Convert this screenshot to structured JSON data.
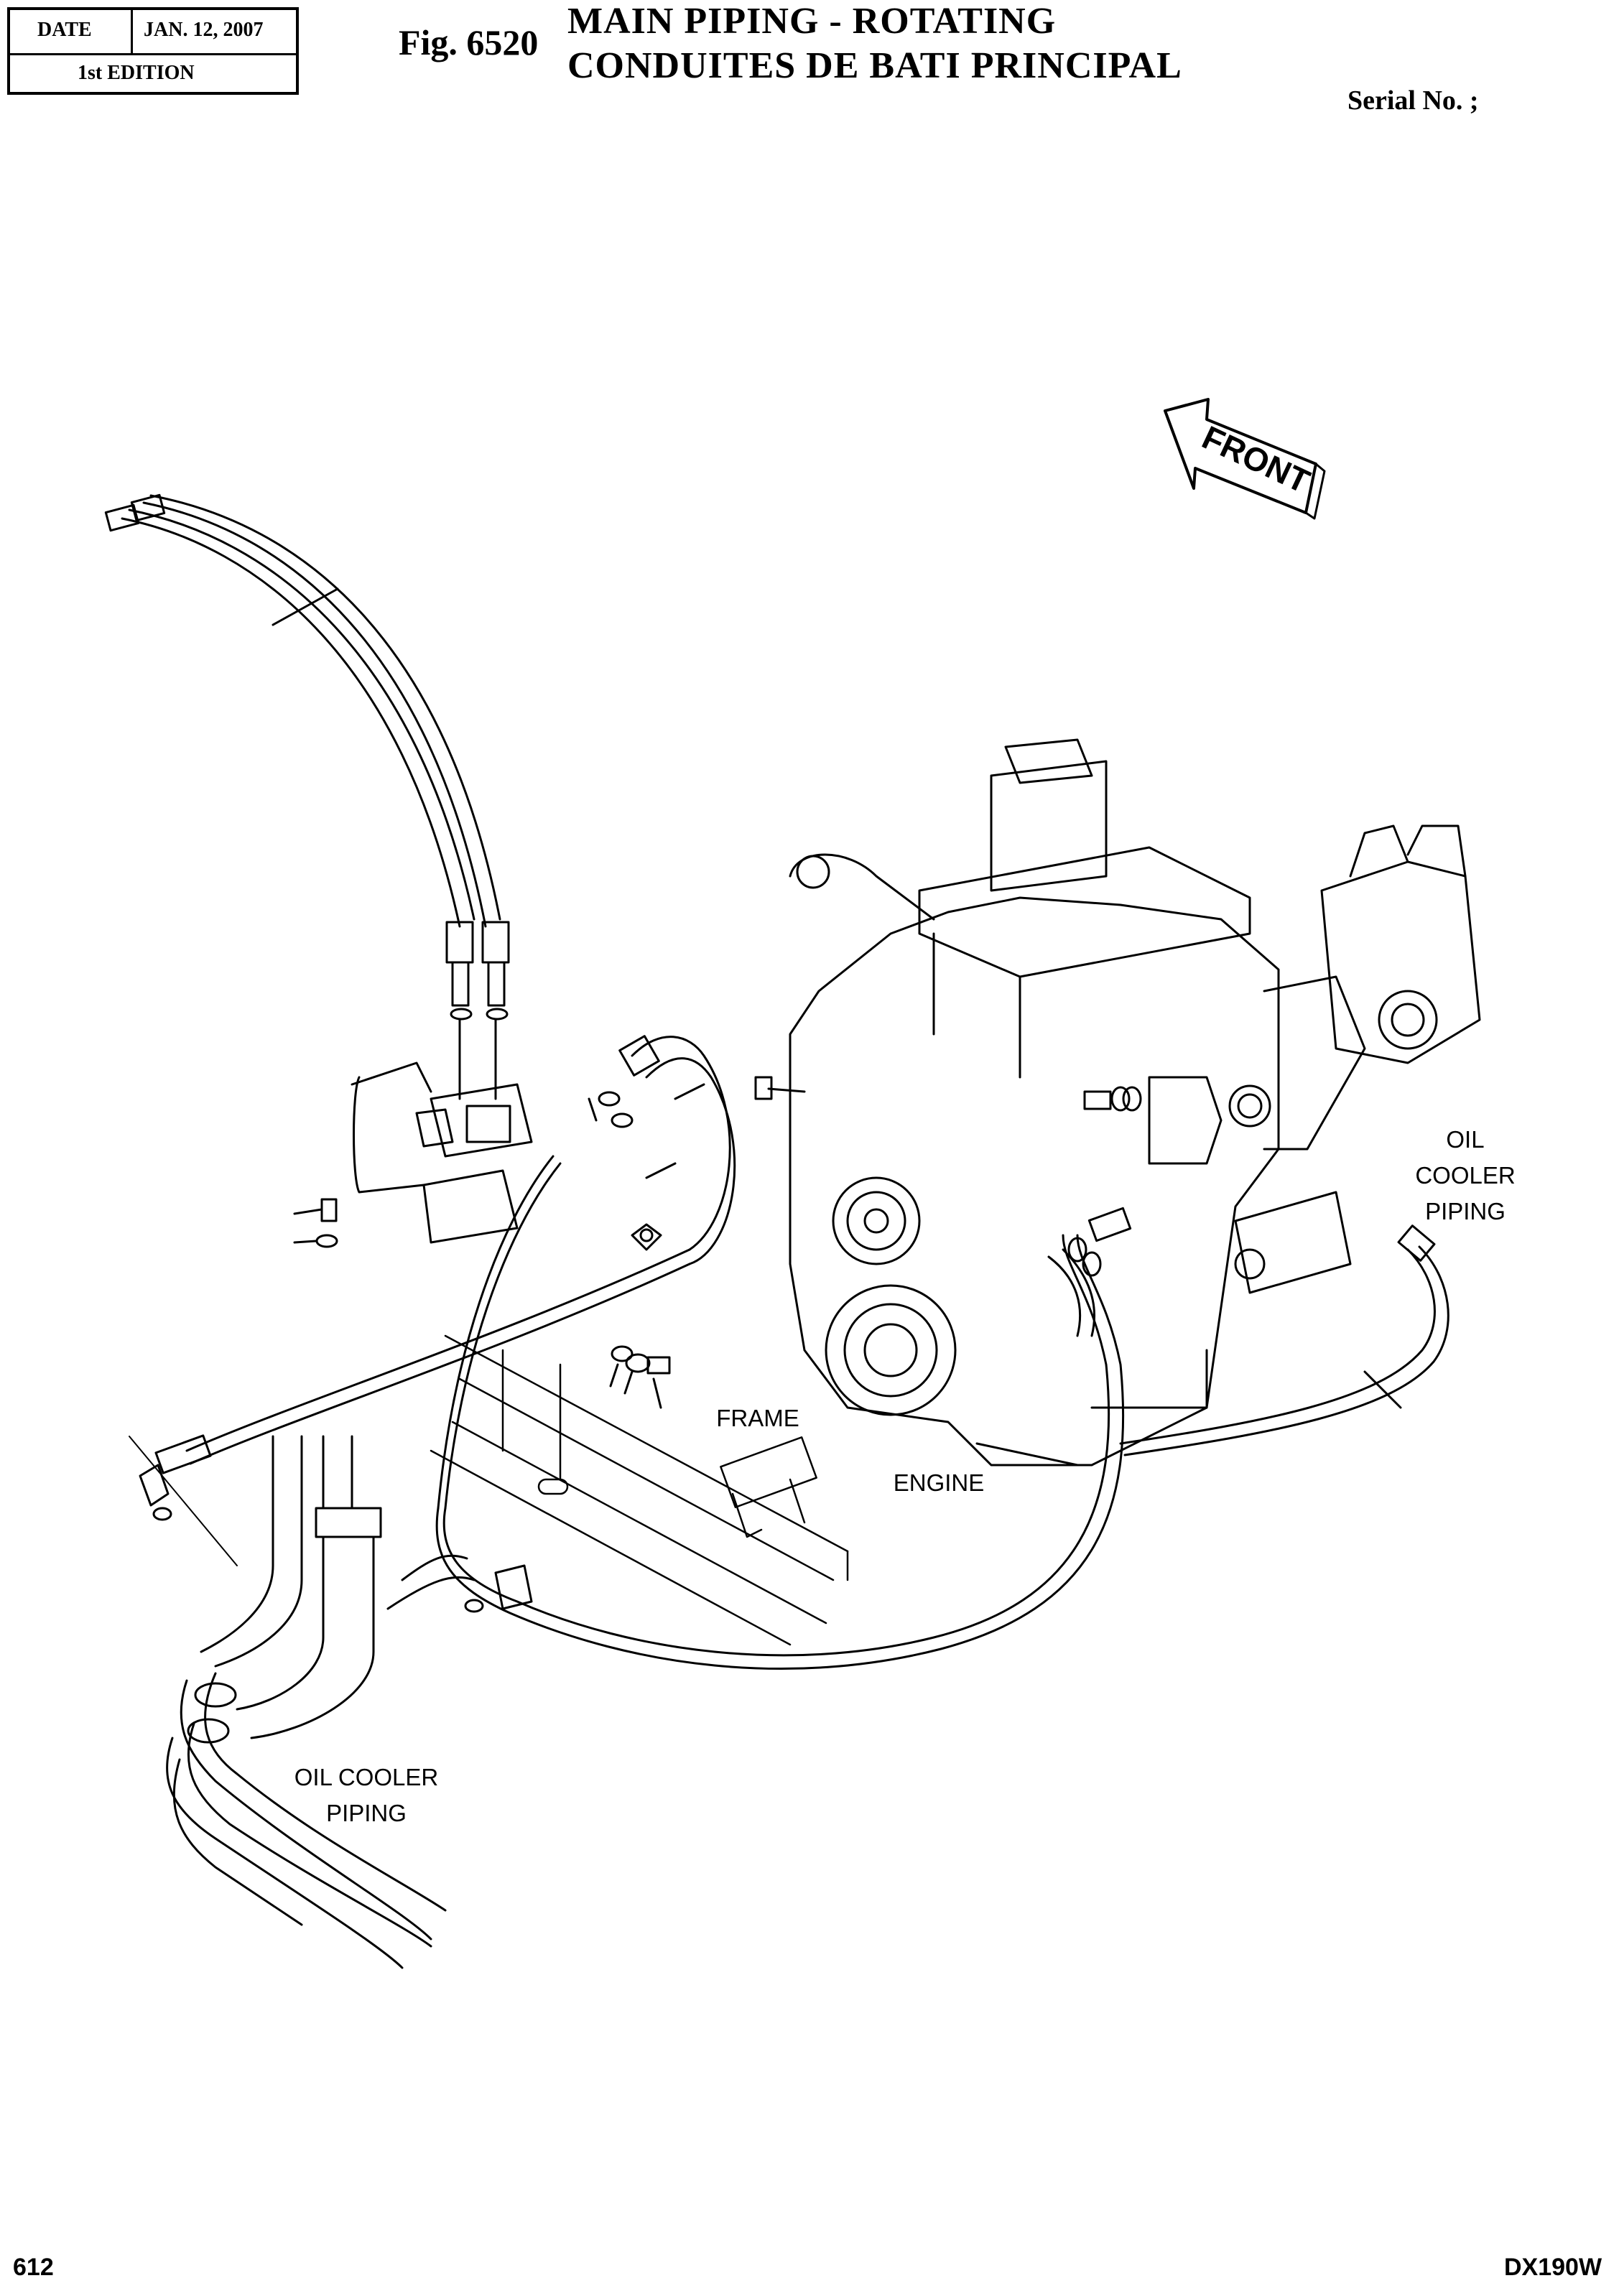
{
  "header": {
    "date_label": "DATE",
    "date_value": "JAN. 12, 2007",
    "edition": "1st EDITION"
  },
  "figure": {
    "number": "Fig. 6520",
    "title_en": "MAIN  PIPING  -  ROTATING",
    "title_fr": "CONDUITES  DE  BATI  PRINCIPAL",
    "serial": "Serial No. ;"
  },
  "labels": {
    "front": "FRONT",
    "oil_cooler_right_1": "OIL",
    "oil_cooler_right_2": "COOLER",
    "oil_cooler_right_3": "PIPING",
    "frame": "FRAME",
    "engine": "ENGINE",
    "oil_cooler_left_1": "OIL COOLER",
    "oil_cooler_left_2": "PIPING"
  },
  "footer": {
    "page_number": "612",
    "model": "DX190W"
  }
}
